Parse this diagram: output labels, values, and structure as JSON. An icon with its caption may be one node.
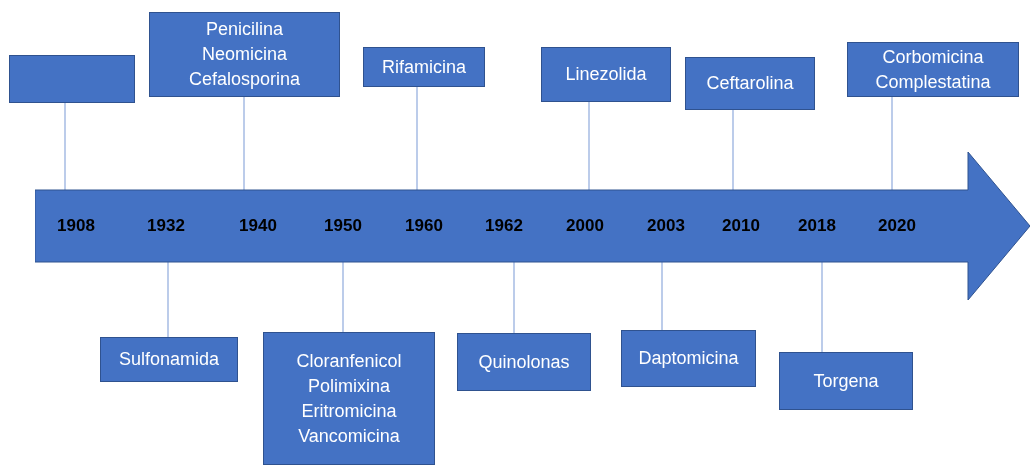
{
  "diagram": {
    "nodes": [
      {
        "text": [],
        "shape": "box"
      },
      {
        "text": [
          "Penicilina",
          "Neomicina",
          "Cefalosporina"
        ]
      },
      {
        "text": [
          "Rifamicina"
        ]
      },
      {
        "text": [
          "Linezolida"
        ]
      },
      {
        "text": [
          "Ceftarolina"
        ]
      },
      {
        "text": [
          "Corbomicina",
          "Complestatina"
        ]
      },
      {
        "text": [
          "1908",
          "1932",
          "1940",
          "1950",
          "1960",
          "1962",
          "2000",
          "2003",
          "2010",
          "2018",
          "2020"
        ]
      },
      {
        "text": [
          "Sulfonamida"
        ]
      },
      {
        "text": [
          "Cloranfenicol",
          "Polimixina",
          "Eritromicina",
          "Vancomicina"
        ]
      },
      {
        "text": [
          "Quinolonas"
        ]
      },
      {
        "text": [
          "Daptomicina"
        ]
      },
      {
        "text": [
          "Torgena"
        ]
      }
    ],
    "edges": [
      {
        "from": 0,
        "to": 6,
        "arrow": "none"
      },
      {
        "from": 1,
        "to": 6,
        "arrow": "none"
      },
      {
        "from": 2,
        "to": 6,
        "arrow": "none"
      },
      {
        "from": 3,
        "to": 6,
        "arrow": "none"
      },
      {
        "from": 4,
        "to": 6,
        "arrow": "none"
      },
      {
        "from": 5,
        "to": 6,
        "arrow": "none"
      },
      {
        "from": 7,
        "to": 6,
        "arrow": "none"
      },
      {
        "from": 8,
        "to": 6,
        "arrow": "none"
      },
      {
        "from": 9,
        "to": 6,
        "arrow": "none"
      },
      {
        "from": 10,
        "to": 6,
        "arrow": "none"
      },
      {
        "from": 11,
        "to": 6,
        "arrow": "none"
      }
    ]
  }
}
